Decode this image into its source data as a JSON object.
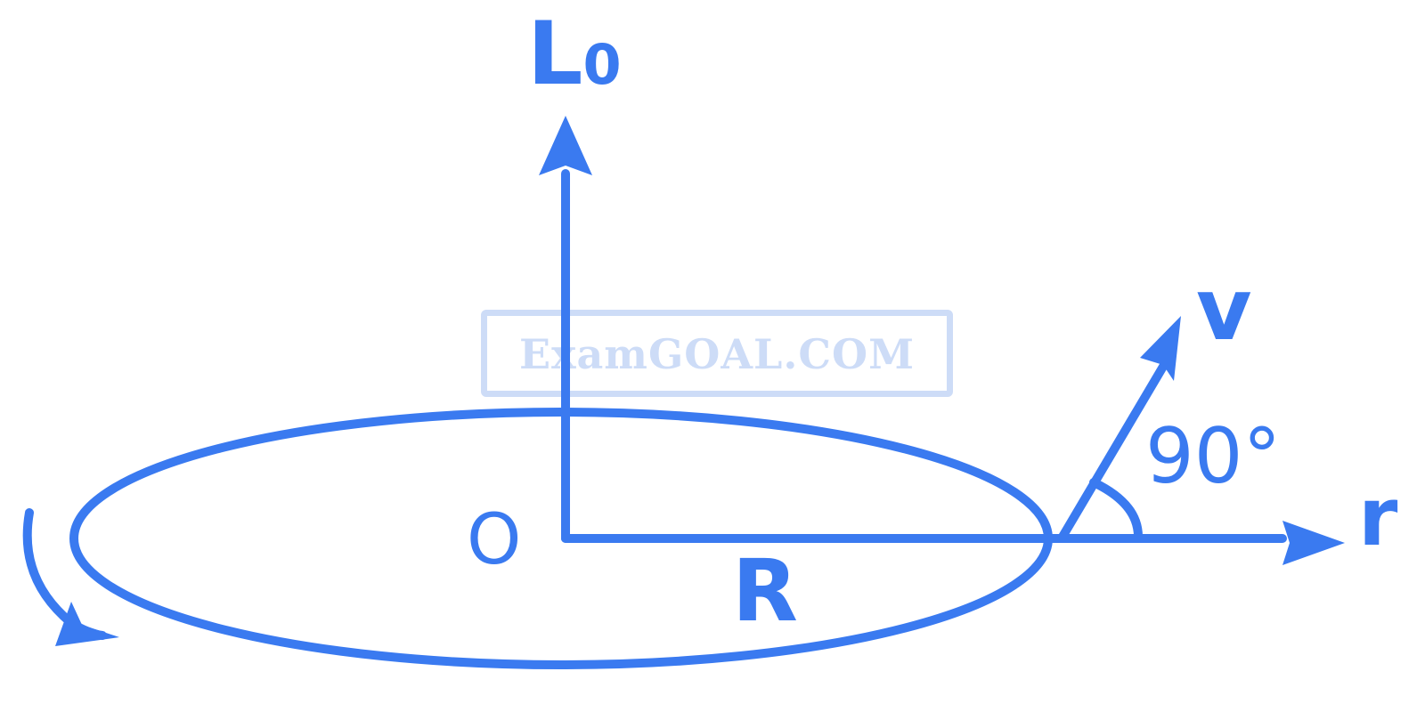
{
  "diagram": {
    "labels": {
      "angular_momentum": "L",
      "angular_momentum_subscript": "0",
      "origin": "O",
      "radius": "R",
      "velocity": "v",
      "position": "r",
      "angle": "90°"
    },
    "watermark": "ExamGOAL.COM",
    "colors": {
      "stroke": "#3a7af0",
      "watermark": "#cddcf7",
      "background": "#ffffff"
    }
  }
}
